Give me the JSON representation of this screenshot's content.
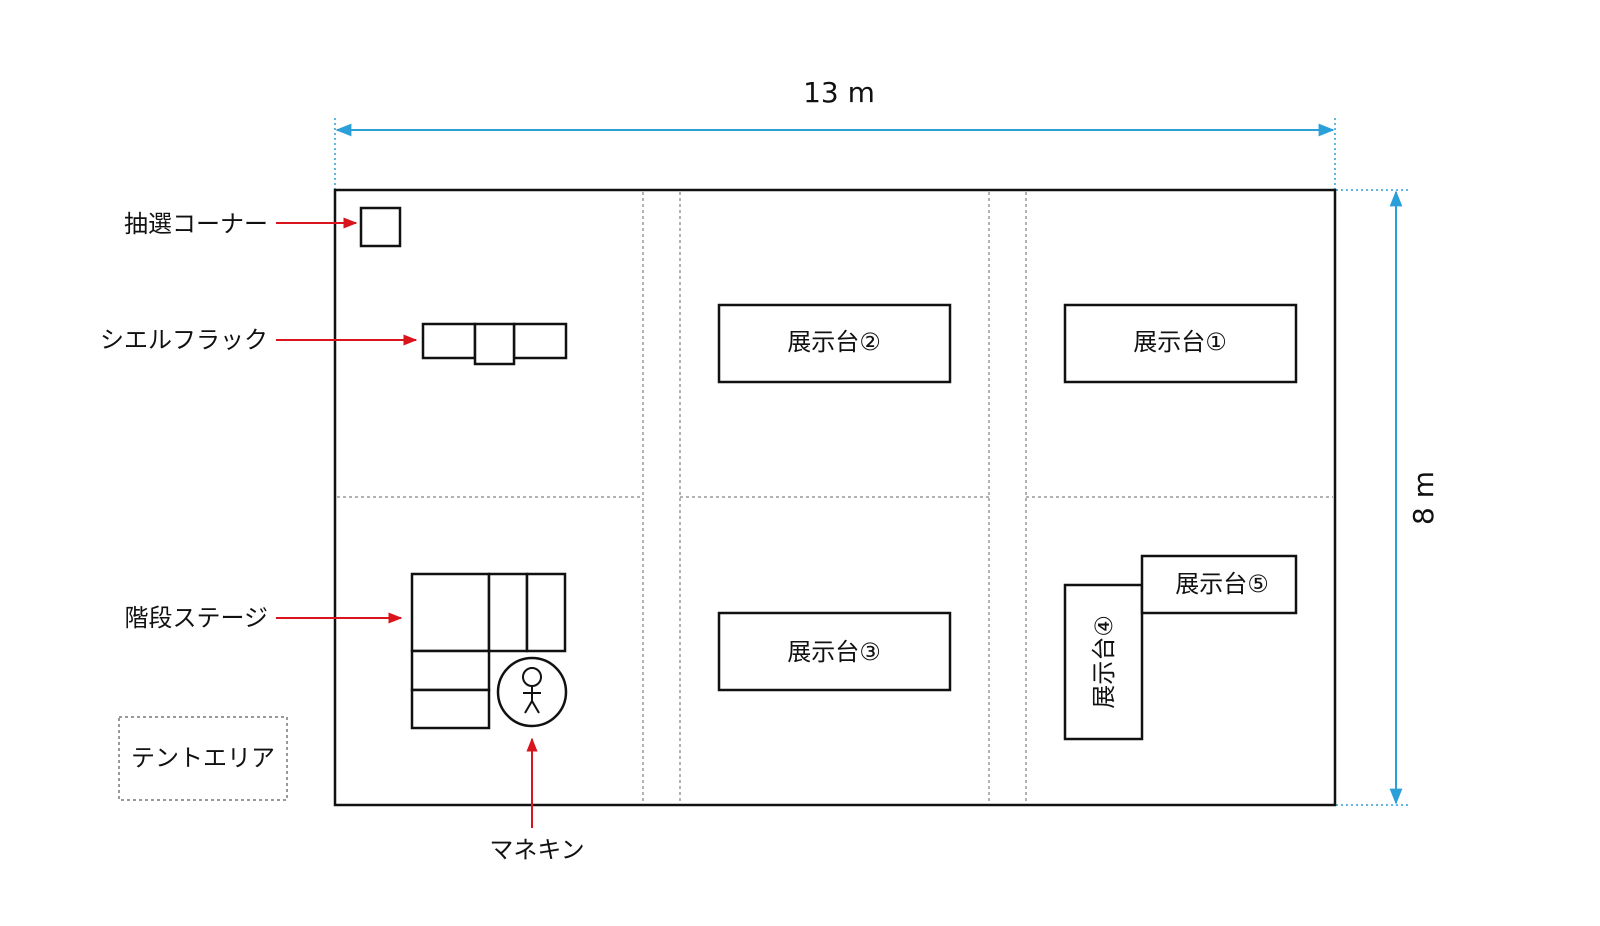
{
  "dimensions": {
    "width_label": "13 m",
    "height_label": "8 m"
  },
  "callouts": {
    "lottery": "抽選コーナー",
    "shelf_rack": "シエルフラック",
    "stage": "階段ステージ",
    "mannequin": "マネキン"
  },
  "areas": {
    "tent": "テントエリア"
  },
  "displays": {
    "d1": "展示台①",
    "d2": "展示台②",
    "d3": "展示台③",
    "d4": "展示台④",
    "d5": "展示台⑤"
  },
  "colors": {
    "dimension": "#2a9fd8",
    "arrow": "#d9141c",
    "outline": "#111111",
    "dashed": "#999999"
  }
}
